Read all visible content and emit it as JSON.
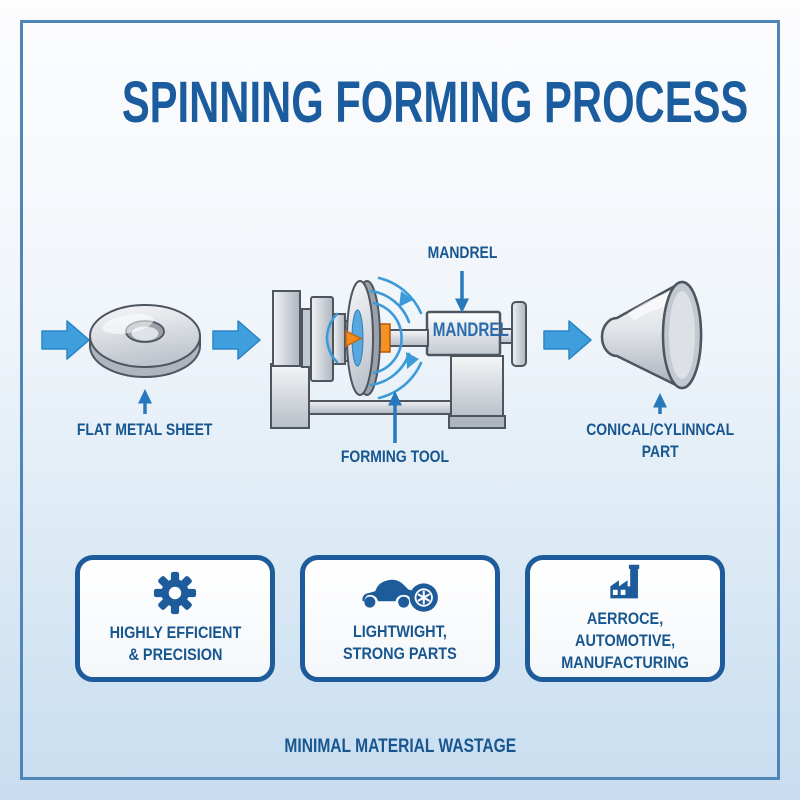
{
  "title": "SPINNING FORMING PROCESS",
  "diagram": {
    "flat_metal_sheet_label": "FLAT METAL SHEET",
    "mandrel_callout_label": "MANDREL",
    "mandrel_block_label": "MANDREL",
    "forming_tool_label": "FORMING TOOL",
    "conical_part_label": "CONICAL/CYLINNCAL\nPART",
    "icons": [
      "flow-arrow-icon",
      "rotation-arcs-icon",
      "callout-arrow-icon"
    ]
  },
  "benefit_cards": [
    {
      "icon": "gear-icon",
      "label": "HIGHLY EFFICIENT\n& PRECISION"
    },
    {
      "icon": "car-wheel-icon",
      "label": "LIGHTWIGHT,\nSTRONG PARTS"
    },
    {
      "icon": "factory-icon",
      "label": "AERROCE,\nAUTOMOTIVE,\nMANUFACTURING"
    }
  ],
  "footer_note": "MINIMAL MATERIAL WASTAGE",
  "colors": {
    "primary_blue": "#1b5c9e",
    "label_blue": "#17568f",
    "flow_arrow_blue": "#3f9fdd",
    "callout_arrow_blue": "#2878bd",
    "rotation_arc_blue": "#3b9bd9",
    "accent_orange": "#f28a1e",
    "machine_gray": "#c9ced6",
    "outline_gray": "#4e555f",
    "background_bottom": "#c8ddf0"
  }
}
